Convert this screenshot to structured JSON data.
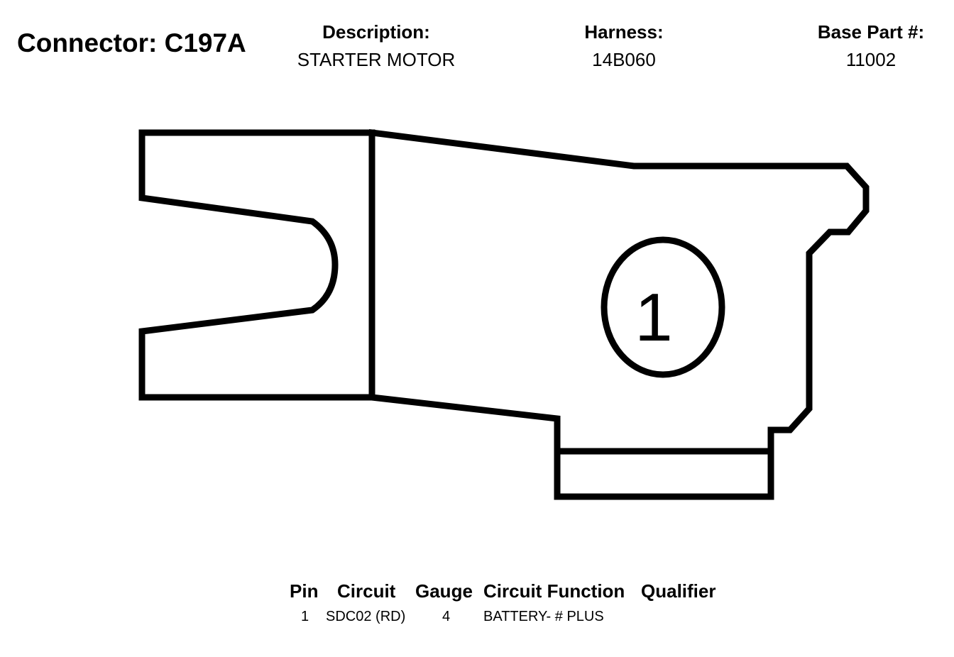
{
  "header": {
    "connector_title": "Connector: C197A",
    "description_label": "Description:",
    "description_value": "STARTER MOTOR",
    "harness_label": "Harness:",
    "harness_value": "14B060",
    "base_part_label": "Base Part #:",
    "base_part_value": "11002"
  },
  "diagram": {
    "pin_label": "1",
    "stroke_color": "#000000"
  },
  "pin_table": {
    "headers": {
      "pin": "Pin",
      "circuit": "Circuit",
      "gauge": "Gauge",
      "function": "Circuit Function",
      "qualifier": "Qualifier"
    },
    "rows": [
      {
        "pin": "1",
        "circuit": "SDC02 (RD)",
        "gauge": "4",
        "function": "BATTERY- # PLUS",
        "qualifier": ""
      }
    ]
  }
}
